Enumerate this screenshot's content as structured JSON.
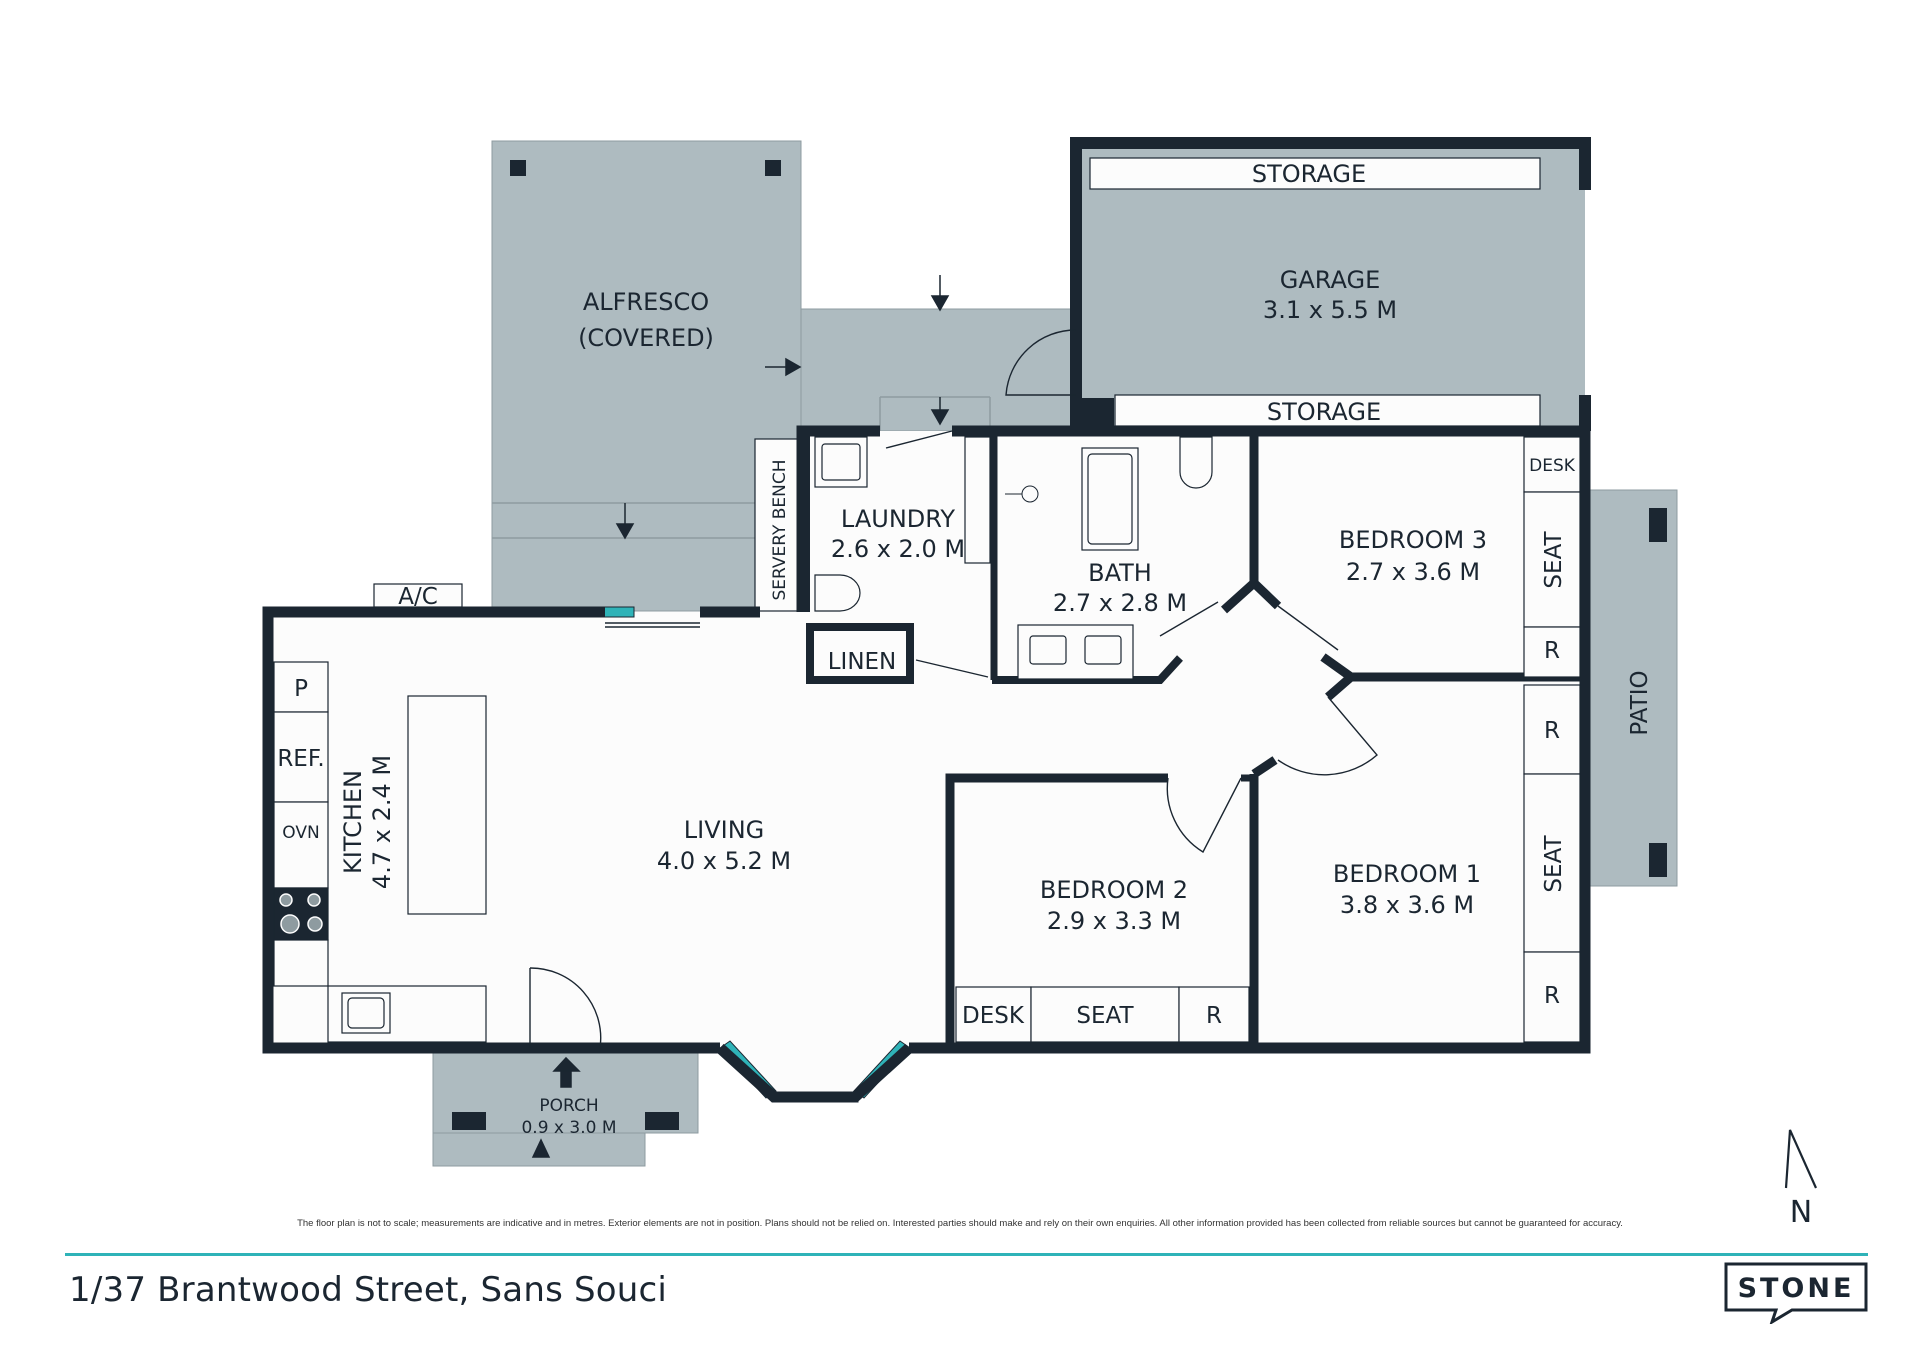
{
  "rooms": {
    "alfresco": {
      "name": "ALFRESCO",
      "sub": "(COVERED)"
    },
    "garage": {
      "name": "GARAGE",
      "size": "3.1 x 5.5 M"
    },
    "storage_top": "STORAGE",
    "storage_bottom": "STORAGE",
    "laundry": {
      "name": "LAUNDRY",
      "size": "2.6 x 2.0 M"
    },
    "bath": {
      "name": "BATH",
      "size": "2.7 x 2.8 M"
    },
    "bedroom3": {
      "name": "BEDROOM 3",
      "size": "2.7 x 3.6 M"
    },
    "bedroom2": {
      "name": "BEDROOM 2",
      "size": "2.9 x 3.3 M"
    },
    "bedroom1": {
      "name": "BEDROOM 1",
      "size": "3.8 x 3.6 M"
    },
    "living": {
      "name": "LIVING",
      "size": "4.0 x 5.2 M"
    },
    "kitchen": {
      "name": "KITCHEN",
      "size": "4.7 x 2.4 M"
    },
    "porch": {
      "name": "PORCH",
      "size": "0.9 x 3.0 M"
    },
    "patio": "PATIO",
    "linen": "LINEN",
    "servery_bench": "SERVERY BENCH",
    "ac": "A/C"
  },
  "fixtures": {
    "pantry": "P",
    "fridge": "REF.",
    "oven": "OVN",
    "b3_desk": "DESK",
    "b3_seat": "SEAT",
    "b3_robe": "R",
    "b1_robe_top": "R",
    "b1_seat": "SEAT",
    "b1_robe_bottom": "R",
    "b2_desk": "DESK",
    "b2_seat": "SEAT",
    "b2_robe": "R"
  },
  "compass": "N",
  "disclaimer": "The floor plan is not to scale; measurements are indicative and in metres. Exterior elements are not in position. Plans should not be relied on. Interested parties should make and rely on their own enquiries. All other information provided has been collected from reliable sources but cannot be guaranteed for accuracy.",
  "address": "1/37 Brantwood Street, Sans Souci",
  "brand": "STONE",
  "colors": {
    "wall": "#1b2631",
    "exterior": "#aebbc0",
    "window": "#2fb3b8",
    "interior": "#fcfcfc"
  }
}
